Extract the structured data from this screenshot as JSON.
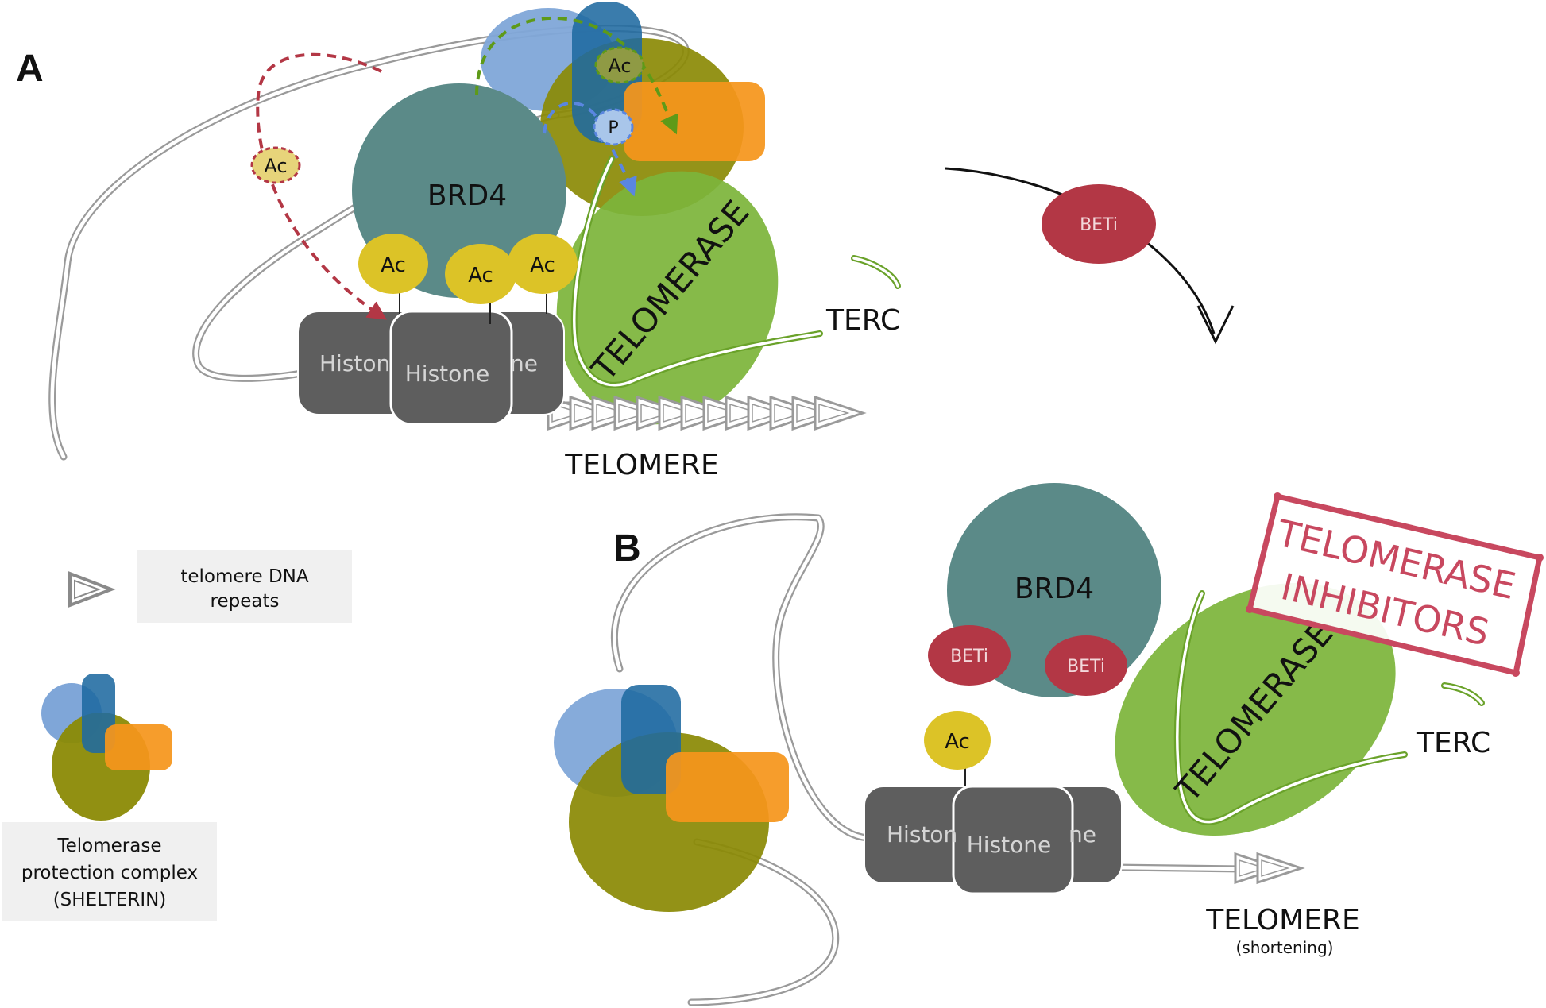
{
  "panels": {
    "a": "A",
    "b": "B"
  },
  "labels": {
    "brd4": "BRD4",
    "telomerase": "TELOMERASE",
    "terc": "TERC",
    "telomere": "TELOMERE",
    "shortening": "(shortening)",
    "histone": "Histone",
    "histone_clip_left": "Histon",
    "histone_clip_right": "ne",
    "ac": "Ac",
    "p": "P",
    "beti": "BETi"
  },
  "stamp": {
    "line1": "TELOMERASE",
    "line2": "INHIBITORS"
  },
  "legend": {
    "repeats_line1": "telomere DNA",
    "repeats_line2": "repeats",
    "complex_line1": "Telomerase",
    "complex_line2": "protection complex",
    "complex_line3": "(SHELTERIN)"
  },
  "colors": {
    "brd4": "#5b8a88",
    "acetyl": "#dcc327",
    "telomerase": "#7db53b",
    "histone": "#5e5e5e",
    "beti": "#b33745",
    "olive": "#8b8a05",
    "light_blue": "#7fa6d8",
    "dark_blue": "#1f6aa0",
    "orange": "#f5961c",
    "stamp": "#c8485f",
    "legend_box": "#f0f0f0"
  },
  "repeat_counts": {
    "panel_a": 13,
    "panel_b": 2
  }
}
